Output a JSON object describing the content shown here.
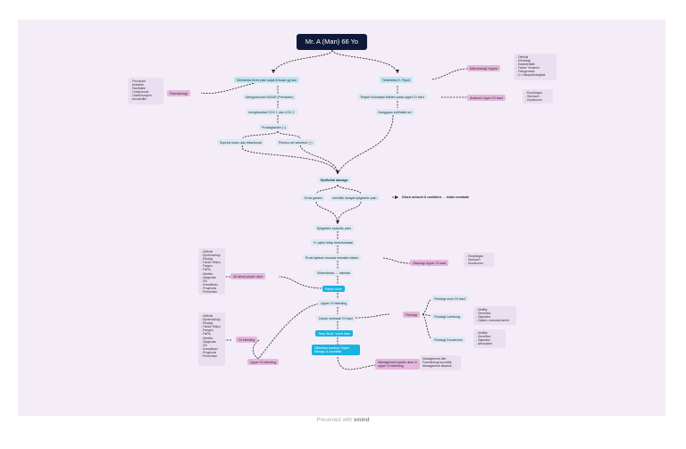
{
  "title": "Mr. A (Man) 66 Yo",
  "footer": {
    "prefix": "Presented with ",
    "brand": "xmind"
  },
  "nodes": {
    "complaint": "Menderita Knee pain sejak 8 bulan yg lalu",
    "nsaid": "Mengonsumsi NSAID (Piroxicam)",
    "cox": "menghambat COX 1 dan COX 2",
    "prosta": "Prostaglandin (↓)",
    "suppress": "Supresi mukn dan bikarbonat",
    "permeab": "Pemicu sel sekretori (↑)",
    "hpylori": "Terdeteksi H. Pylori",
    "attach": "Terjadi Kolonisasi bakteri pada upper GI tract",
    "sel": "Gangguan epithelial sel",
    "epith": "Epithelial damage",
    "erosi": "Erosi gastric",
    "pain": "memiliki riwayat epigastric pain",
    "antacid": "Diberi antacid & ranitidine → tidak membaik",
    "epi": "Epigastric episodic pain",
    "hp2": "H. pylori tetap berkolonisasi",
    "erosi2": "Erosi lapisan mucosa semakin dalam",
    "submuc": "Submukosa → ulserasi",
    "peptic": "Peptic ulcer",
    "bleed": "Upper GI bleeding",
    "darah": "Darah melewati GI tract",
    "tarry": "Tarry Stool, Vomit dark",
    "tx": "Diberikan tranfusi Triplet therapy & sucralfat"
  },
  "pink": {
    "farmakologi": "Farmakologi",
    "mikro": "Mikrobiologi Hpylori",
    "anatomi": "Anatomi Upper GI tract",
    "histologi": "Histologi Upper GI tract",
    "allpeptic": "All about peptic ulcer",
    "gibleed": "GI bleeding",
    "ugibleed": "Upper GI bleeding",
    "fisiologi": "Fisiologi",
    "mgmt": "Management peptic ulcer & upper GI bleeding"
  },
  "phys": {
    "p1": "Fisiologi ulcer GI tract",
    "p2": "Fisiologi Lambung",
    "p3": "Fisiologi Duodenum"
  },
  "lists": {
    "farma": [
      "- Piroxicam",
      "- Antacids",
      "- Ranitidine",
      "- Omeprazole",
      "- Clarithromycin",
      "- Amoxicillin"
    ],
    "mikro": [
      "- Definisi",
      "- Morfologi",
      "- Karakteristik",
      "- Faktor Virulensi",
      "- Patogenesis",
      "- D. Histopathologikal"
    ],
    "anatomi": [
      "- Esophagus",
      "- Stomach",
      "- Duodenum"
    ],
    "histo": [
      "- Esophagus",
      "- Stomach",
      "- Duodenum"
    ],
    "peptic": [
      "- Definisi",
      "- Epidemiologi",
      "- Etiologi",
      "- Faktor Risiko",
      "- Patgen",
      "- PaFis",
      "- Manfes",
      "- Diagnosis",
      "- DD",
      "- Komplikasi",
      "- Prognosis",
      "- Prevention"
    ],
    "gib": [
      "- Definisi",
      "- Epidemiologi",
      "- Etiologi",
      "- Faktor Risiko",
      "- Pangen",
      "- PaFis",
      "- Manfes",
      "- Diagnosis",
      "- DD",
      "- Komplikasi",
      "- Prognosis",
      "- Prevention"
    ],
    "lambung": [
      "- Motility",
      "- Secretion",
      "- Digestion",
      "- Gastric mucosal barrier"
    ],
    "duod": [
      "- Motility",
      "- Secretion",
      "- Digestion",
      "- Absorption"
    ],
    "mgmt": [
      "Management diet",
      "Farmakologi sucralfat",
      "Management dinamik"
    ]
  },
  "colors": {
    "canvas": "#f4ecf7",
    "title_bg": "#0f1a3a",
    "pink": "#e6b6dc",
    "blue": "#bfe6f2",
    "cyan": "#18b3e0",
    "connector": "#222222"
  }
}
